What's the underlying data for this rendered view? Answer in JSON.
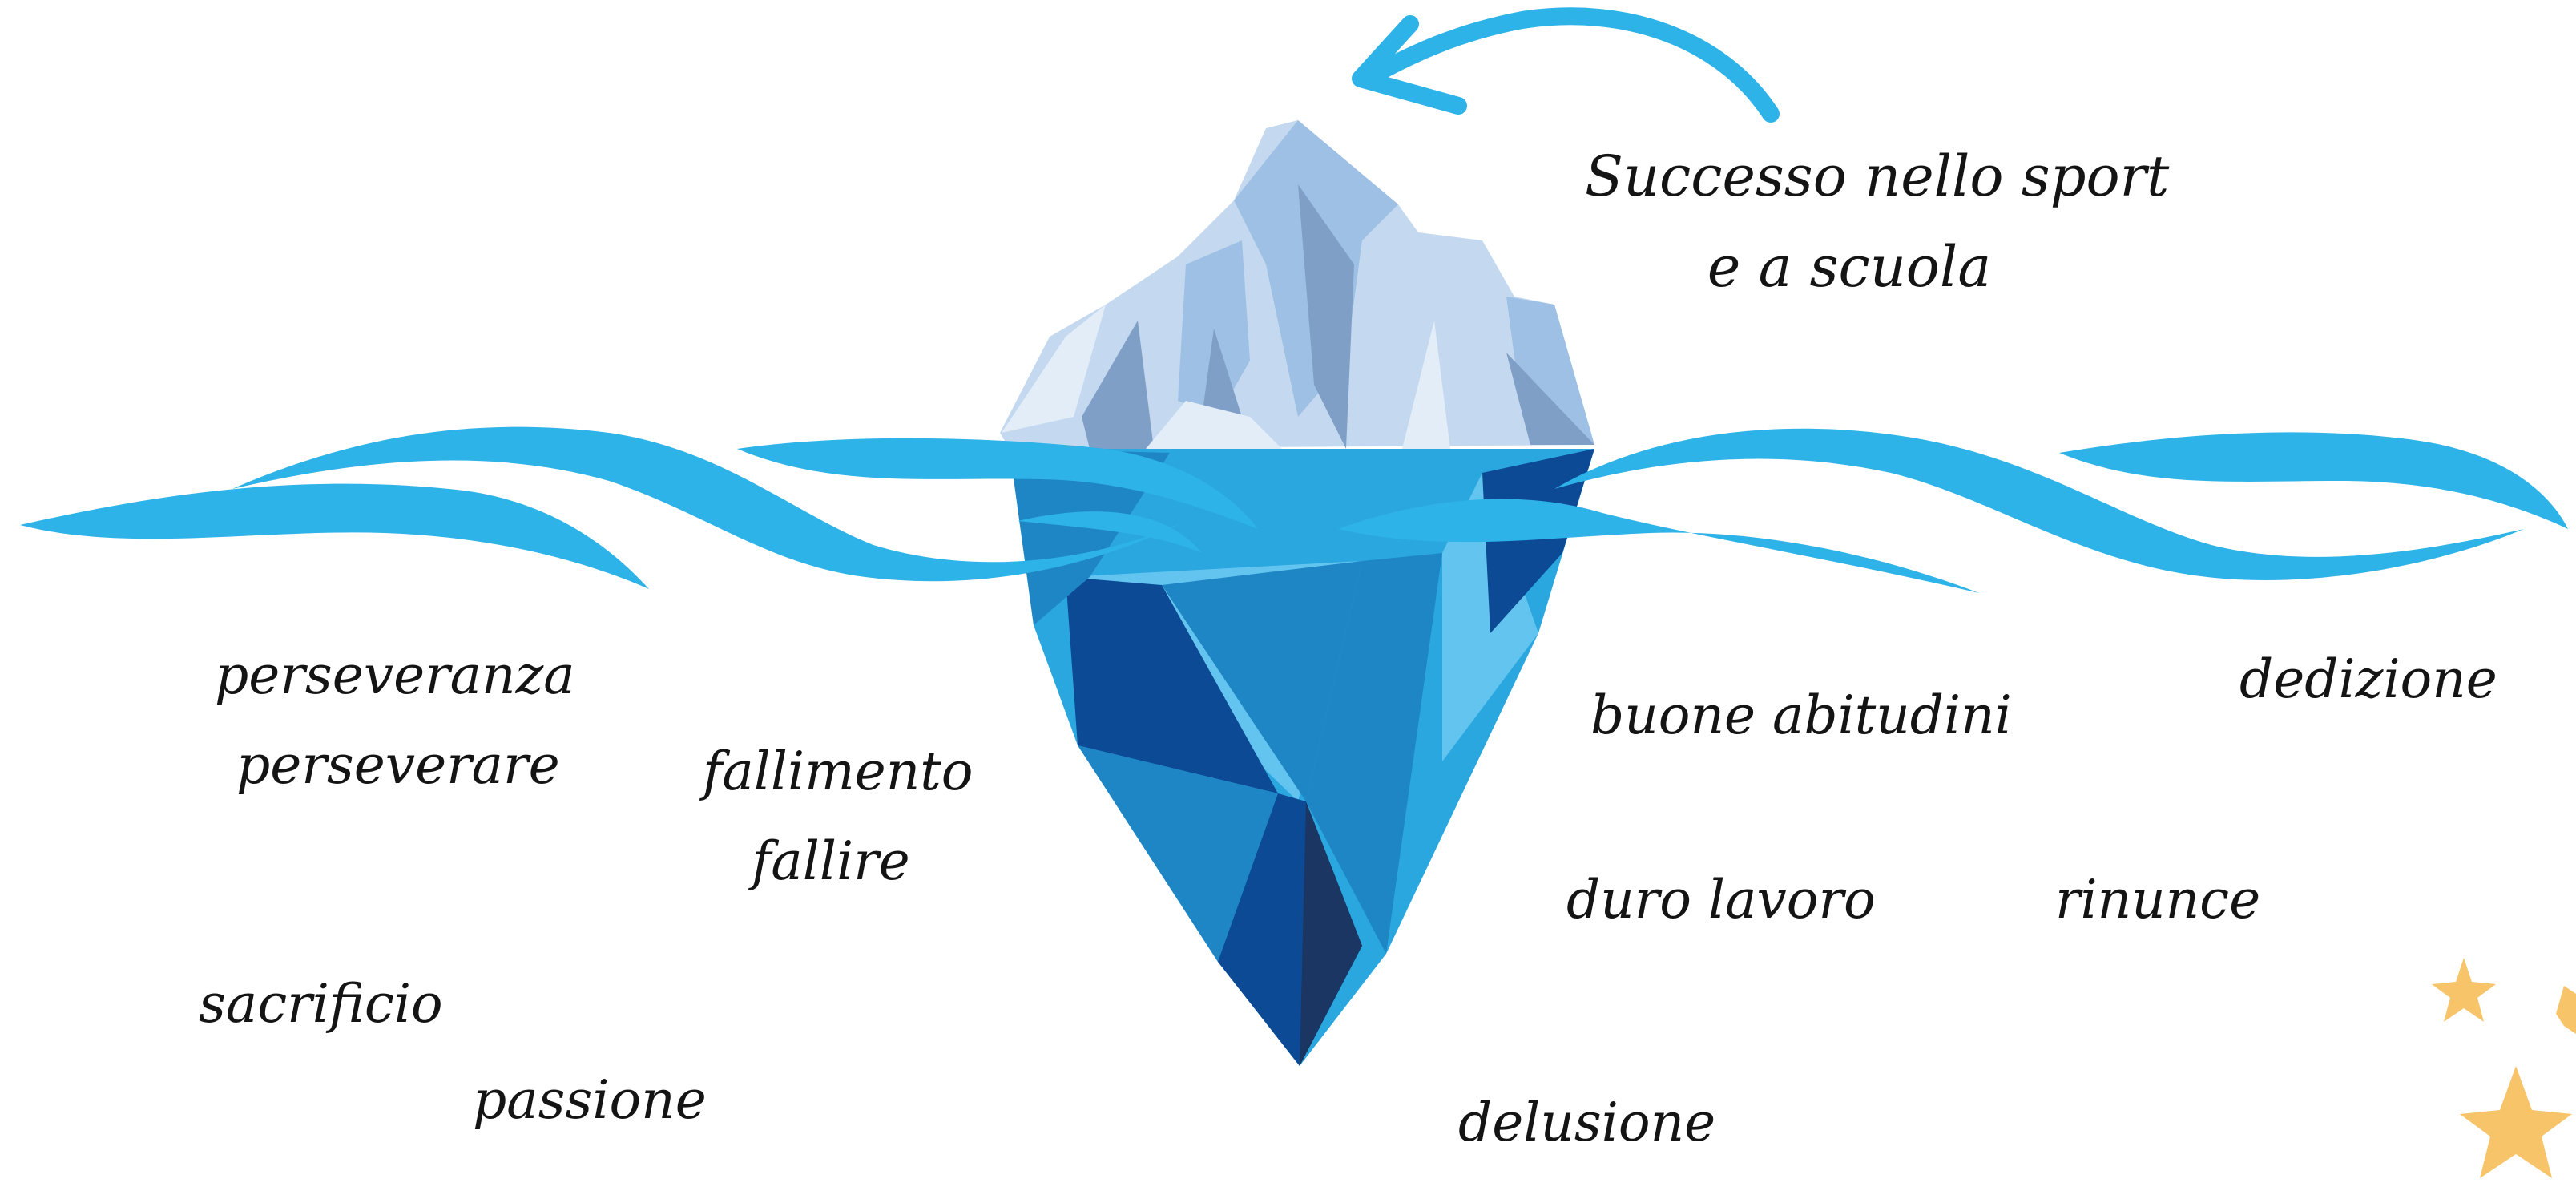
{
  "title": {
    "line1": "Successo nello sport",
    "line2": "e a scuola"
  },
  "words": {
    "perseveranza": "perseveranza",
    "perseverare": "perseverare",
    "fallimento": "fallimento",
    "fallire": "fallire",
    "sacrificio": "sacrificio",
    "passione": "passione",
    "buone_abitudini": "buone abitudini",
    "dedizione": "dedizione",
    "duro_lavoro": "duro lavoro",
    "rinunce": "rinunce",
    "delusione": "delusione"
  },
  "colors": {
    "wave": "#2db3e8",
    "arrow": "#2db3e8",
    "ice_light": "#c4d9ef",
    "ice_mid": "#9ec0e4",
    "ice_shadow": "#7f9fc6",
    "water_light": "#63c5ef",
    "water_mid": "#1f86c6",
    "water_dark": "#0d4a96",
    "water_deepest": "#1b3662",
    "star": "#f7c46a"
  }
}
